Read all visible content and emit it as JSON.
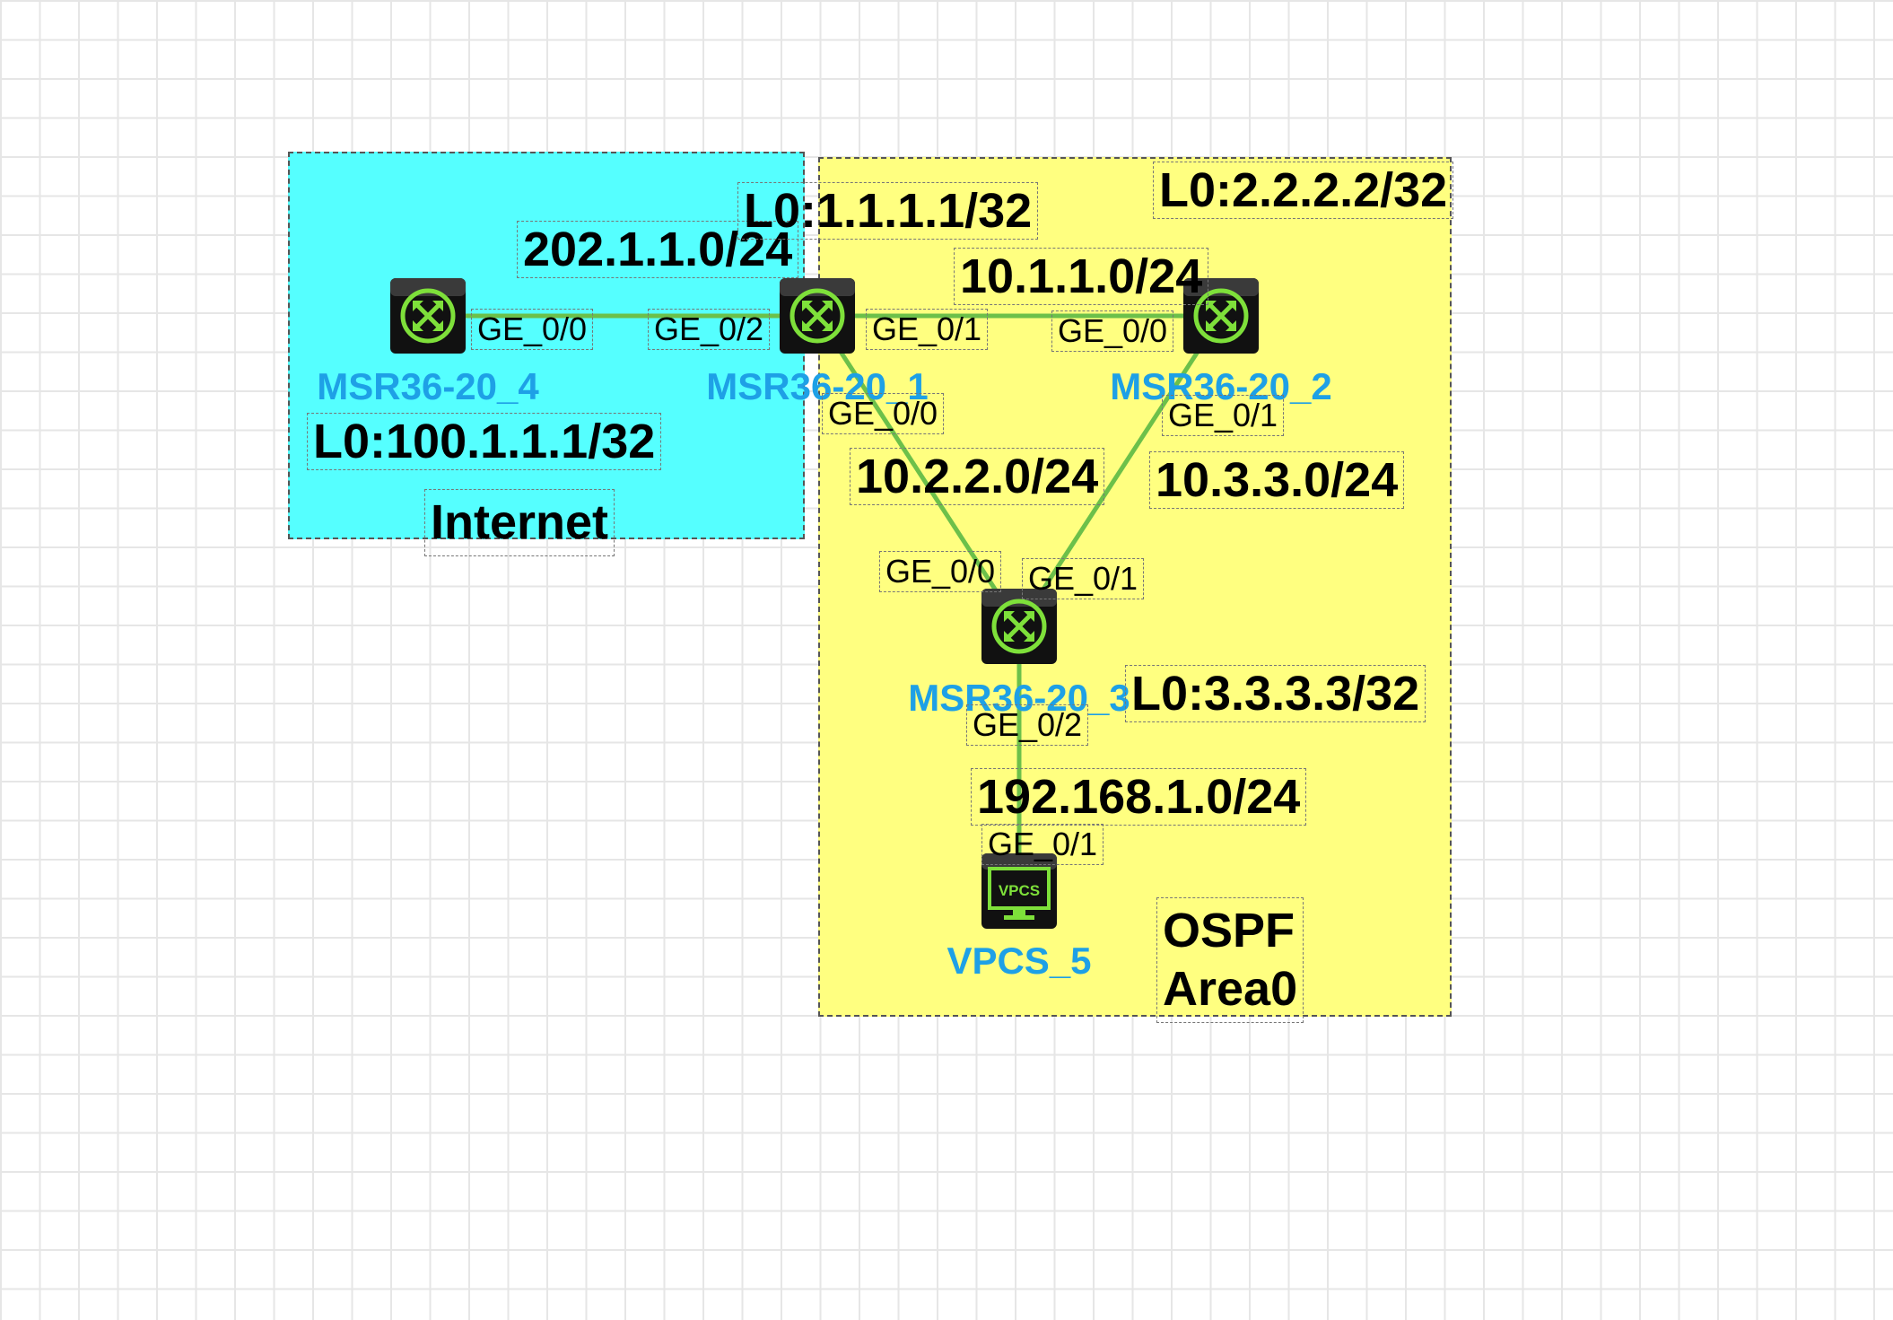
{
  "colors": {
    "link": "#6cc04a",
    "internet_area": "#55ffff",
    "ospf_area": "#ffff80",
    "node_label": "#1ea0e6",
    "router_icon": "#7ee03a"
  },
  "areas": {
    "internet": "Internet",
    "ospf_line1": "OSPF",
    "ospf_line2": "Area0"
  },
  "nodes": {
    "r4": {
      "name": "MSR36-20_4",
      "icon": "router-icon"
    },
    "r1": {
      "name": "MSR36-20_1",
      "icon": "router-icon"
    },
    "r2": {
      "name": "MSR36-20_2",
      "icon": "router-icon"
    },
    "r3": {
      "name": "MSR36-20_3",
      "icon": "router-icon"
    },
    "pc": {
      "name": "VPCS_5",
      "icon": "vpcs-icon",
      "icon_text": "VPCS"
    }
  },
  "networks": {
    "n202": "202.1.1.0/24",
    "n10_1": "10.1.1.0/24",
    "n10_2": "10.2.2.0/24",
    "n10_3": "10.3.3.0/24",
    "n192": "192.168.1.0/24"
  },
  "loopbacks": {
    "r1": "L0:1.1.1.1/32",
    "r2": "L0:2.2.2.2/32",
    "r3": "L0:3.3.3.3/32",
    "r4": "L0:100.1.1.1/32"
  },
  "ports": {
    "r4_g00": "GE_0/0",
    "r1_g02": "GE_0/2",
    "r1_g01": "GE_0/1",
    "r2_g00": "GE_0/0",
    "r1_g00": "GE_0/0",
    "r2_g01": "GE_0/1",
    "r3_g00": "GE_0/0",
    "r3_g01": "GE_0/1",
    "r3_g02": "GE_0/2",
    "pc_g01": "GE_0/1"
  }
}
